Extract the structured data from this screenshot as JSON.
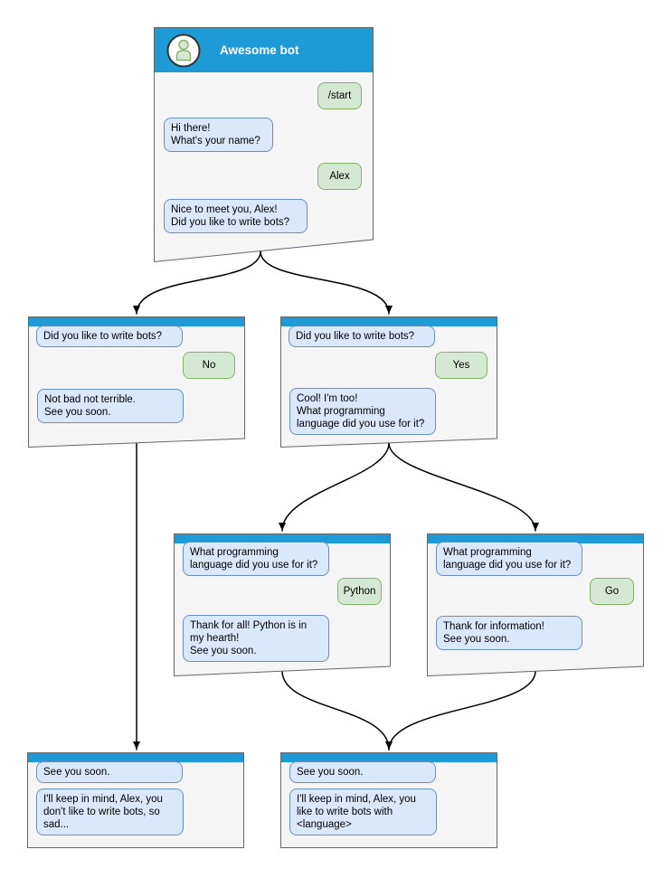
{
  "colors": {
    "header_blue": "#1e9bd7",
    "window_fill": "#f5f5f5",
    "window_border": "#666666",
    "bot_bubble_fill": "#dae8fc",
    "bot_bubble_border": "#6c8ebf",
    "user_bubble_fill": "#d5e8d4",
    "user_bubble_border": "#82b366",
    "connector": "#000000",
    "title_text": "#ffffff"
  },
  "windows": [
    {
      "id": "main",
      "title": "Awesome bot",
      "avatar_icon": "person",
      "messages": [
        {
          "from": "user",
          "text": "/start"
        },
        {
          "from": "bot",
          "text": "Hi there!\nWhat's your name?"
        },
        {
          "from": "user",
          "text": "Alex"
        },
        {
          "from": "bot",
          "text": "Nice to meet you, Alex!\nDid you like to write bots?"
        }
      ]
    },
    {
      "id": "branch-no",
      "messages": [
        {
          "from": "bot",
          "text": "Did you like to write bots?"
        },
        {
          "from": "user",
          "text": "No"
        },
        {
          "from": "bot",
          "text": "Not bad not terrible.\nSee you soon."
        }
      ]
    },
    {
      "id": "branch-yes",
      "messages": [
        {
          "from": "bot",
          "text": "Did you like to write bots?"
        },
        {
          "from": "user",
          "text": "Yes"
        },
        {
          "from": "bot",
          "text": "Cool! I'm too!\nWhat programming\nlanguage did you use for it?"
        }
      ]
    },
    {
      "id": "lang-python",
      "messages": [
        {
          "from": "bot",
          "text": "What programming\nlanguage did you use for it?"
        },
        {
          "from": "user",
          "text": "Python"
        },
        {
          "from": "bot",
          "text": "Thank for all! Python is in\nmy hearth!\nSee you soon."
        }
      ]
    },
    {
      "id": "lang-go",
      "messages": [
        {
          "from": "bot",
          "text": "What programming\nlanguage did you use for it?"
        },
        {
          "from": "user",
          "text": "Go"
        },
        {
          "from": "bot",
          "text": "Thank for information!\nSee you soon."
        }
      ]
    },
    {
      "id": "end-no",
      "messages": [
        {
          "from": "bot",
          "text": "See you soon."
        },
        {
          "from": "bot",
          "text": "I'll keep in mind, Alex, you\ndon't like to write bots, so\nsad..."
        }
      ]
    },
    {
      "id": "end-yes",
      "messages": [
        {
          "from": "bot",
          "text": "See you soon."
        },
        {
          "from": "bot",
          "text": "I'll keep in mind, Alex, you\nlike to write bots with\n<language>"
        }
      ]
    }
  ],
  "edges": [
    {
      "from": "main",
      "to": "branch-no"
    },
    {
      "from": "main",
      "to": "branch-yes"
    },
    {
      "from": "branch-yes",
      "to": "lang-python"
    },
    {
      "from": "branch-yes",
      "to": "lang-go"
    },
    {
      "from": "branch-no",
      "to": "end-no"
    },
    {
      "from": "lang-python",
      "to": "end-yes"
    },
    {
      "from": "lang-go",
      "to": "end-yes"
    }
  ]
}
